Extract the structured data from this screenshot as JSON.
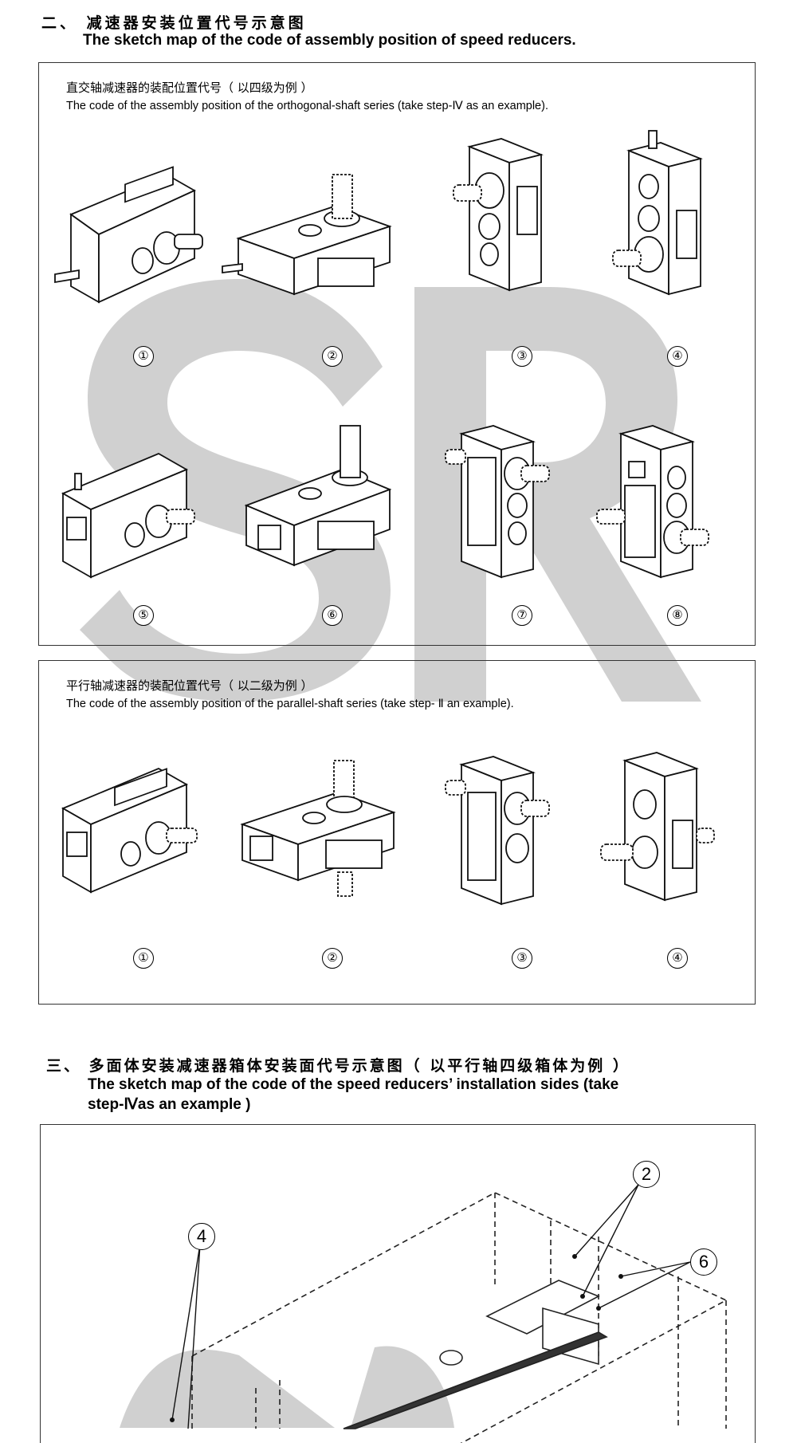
{
  "section2": {
    "title_cn": "二、 减速器安装位置代号示意图",
    "title_en": "The sketch map of the code of assembly position of speed reducers."
  },
  "box_orthogonal": {
    "caption_cn": "直交轴减速器的装配位置代号（ 以四级为例 ）",
    "caption_en": "The code of the assembly position of the orthogonal-shaft series (take step-Ⅳ as an example).",
    "numbers": [
      "①",
      "②",
      "③",
      "④",
      "⑤",
      "⑥",
      "⑦",
      "⑧"
    ]
  },
  "box_parallel": {
    "caption_cn": "平行轴减速器的装配位置代号（ 以二级为例 ）",
    "caption_en": "The code of the assembly position of the parallel-shaft series (take step- Ⅱ an example).",
    "numbers": [
      "①",
      "②",
      "③",
      "④"
    ]
  },
  "section3": {
    "title_cn": "三、 多面体安装减速器箱体安装面代号示意图（ 以平行轴四级箱体为例 ）",
    "title_en_line1": "The sketch map of the code of the speed reducers’ installation sides (take",
    "title_en_line2": "step-Ⅳas an example )",
    "callouts": [
      "2",
      "4",
      "6"
    ]
  },
  "watermark_text": "SR"
}
